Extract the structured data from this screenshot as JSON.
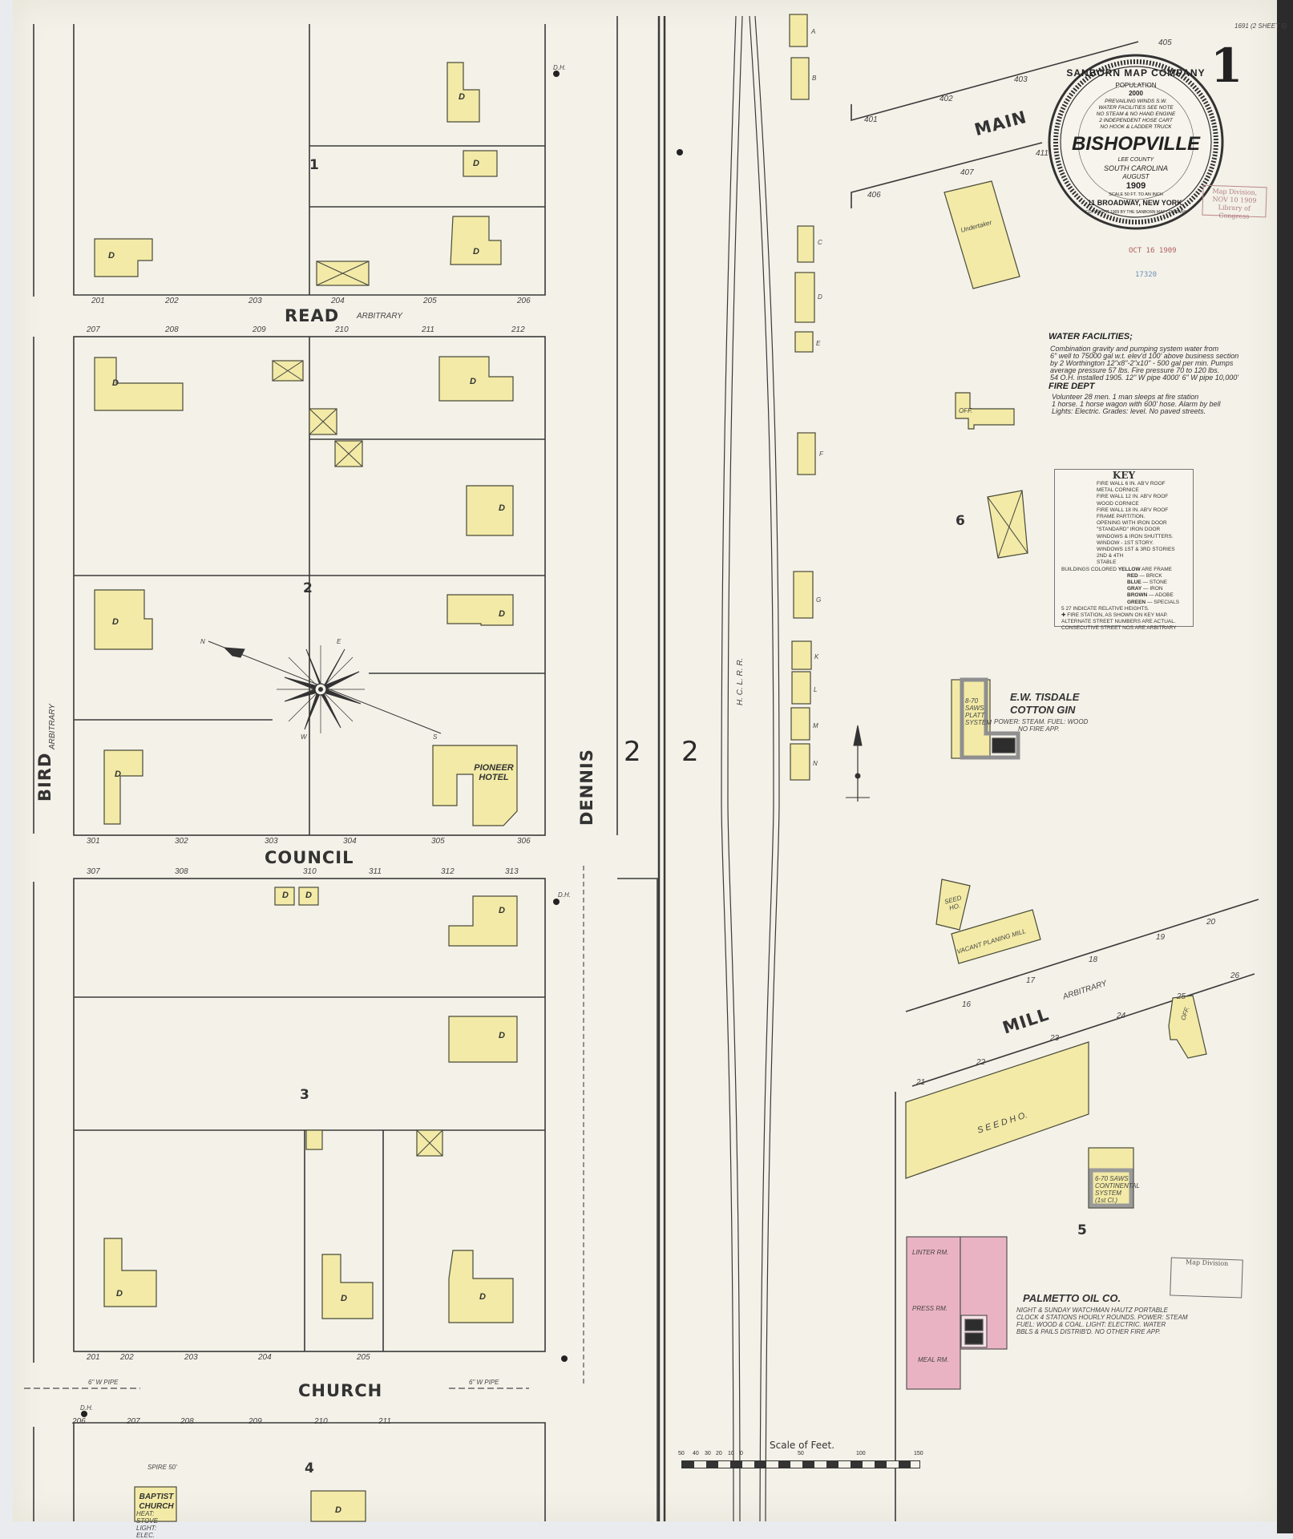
{
  "sheet": {
    "number": "1",
    "sheet_ref": "1691 (2 SHEET 5)"
  },
  "title_seal": {
    "company": "SANBORN MAP COMPANY",
    "population_label": "POPULATION",
    "population": "2000",
    "notes": [
      "PREVAILING WINDS S.W.",
      "WATER FACILITIES SEE NOTE",
      "NO STEAM & NO HAND ENGINE",
      "2 INDEPENDENT HOSE CART",
      "NO HOOK & LADDER TRUCK"
    ],
    "town": "BISHOPVILLE",
    "county": "LEE COUNTY",
    "state": "SOUTH CAROLINA",
    "month": "AUGUST",
    "year": "1909",
    "scale": "SCALE 50 FT. TO AN INCH",
    "address": "11 BROADWAY, NEW YORK.",
    "copyright": "COPYRIGHT 1909 BY THE SANBORN MAP COMPANY"
  },
  "stamps": {
    "map_division": [
      "Map Division,",
      "NOV 10 1909",
      "Library of Congress"
    ],
    "received_date": "OCT 16 1909",
    "accession": "17320",
    "lower_stamp": "Map Division"
  },
  "streets": {
    "main": "MAIN",
    "read": "READ",
    "read_note": "ARBITRARY",
    "council": "COUNCIL",
    "church": "CHURCH",
    "mill": "MILL",
    "mill_note": "ARBITRARY",
    "bird": "BIRD",
    "bird_note": "ARBITRARY",
    "dennis": "DENNIS",
    "railroad": "H. C. L. R. R.",
    "dennis_width_1": "2",
    "dennis_width_2": "2"
  },
  "block_numbers": [
    "1",
    "2",
    "3",
    "4",
    "5",
    "6"
  ],
  "addresses": {
    "read_north": [
      "201",
      "202",
      "203",
      "204",
      "205",
      "206"
    ],
    "read_south": [
      "207",
      "208",
      "209",
      "210",
      "211",
      "212"
    ],
    "council_north": [
      "301",
      "302",
      "303",
      "304",
      "305",
      "306"
    ],
    "council_south": [
      "307",
      "308",
      "310",
      "311",
      "312",
      "313"
    ],
    "church_north": [
      "201",
      "202",
      "203",
      "204",
      "205"
    ],
    "church_south": [
      "206",
      "207",
      "208",
      "209",
      "210",
      "211"
    ],
    "main_north": [
      "401",
      "402",
      "403",
      "405"
    ],
    "main_south": [
      "406",
      "407",
      "411"
    ],
    "mill_north": [
      "16",
      "17",
      "18",
      "19",
      "20"
    ],
    "mill_south": [
      "21",
      "22",
      "23",
      "24",
      "25",
      "26"
    ]
  },
  "utilities": {
    "pipe_left": "6\" W PIPE",
    "pipe_right": "6\" W PIPE",
    "hydrant": "D.H."
  },
  "buildings": {
    "dwelling": "D",
    "pioneer_hotel": "PIONEER HOTEL",
    "baptist_church": "BAPTIST CHURCH",
    "baptist_church_notes": "HEAT: STOVE LIGHT: ELEC.",
    "baptist_spire": "SPIRE 50'",
    "undertaker": "Undertaker",
    "seed_ho": "SEED HO.",
    "seed_ho_big": "S E E D   H O.",
    "vacant_planing_mill": "VACANT PLANING MILL",
    "office": "OFF.",
    "warehouses": [
      "A",
      "B",
      "C",
      "D",
      "E",
      "F",
      "G",
      "K",
      "L",
      "M",
      "N"
    ],
    "lint_room": "LINTER RM.",
    "press_room": "PRESS RM.",
    "meal_room": "MEAL RM.",
    "gin_system": "8-70 SAWS PLATT SYSTEM",
    "gin_system_2": "6-70 SAWS CONTINENTAL SYSTEM (1st Cl.)"
  },
  "firms": {
    "tisdale": {
      "name_1": "E.W. TISDALE",
      "name_2": "COTTON GIN",
      "notes_1": "POWER: STEAM. FUEL: WOOD",
      "notes_2": "NO FIRE APP."
    },
    "palmetto": {
      "name": "PALMETTO OIL CO.",
      "notes": [
        "NIGHT & SUNDAY WATCHMAN HAUTZ PORTABLE",
        "CLOCK 4 STATIONS HOURLY ROUNDS. POWER: STEAM",
        "FUEL: WOOD & COAL. LIGHT: ELECTRIC. WATER",
        "BBLS & PAILS DISTRIB'D. NO OTHER FIRE APP."
      ]
    }
  },
  "water_facilities": {
    "heading": "WATER FACILITIES;",
    "text": [
      "Combination gravity and pumping system water from",
      "6\" well to 75000 gal w.t. elev'd 100' above business section",
      "by 2 Worthington 12\"x8\"-2\"x10\" - 500 gal per min. Pumps",
      "average pressure 57 lbs. Fire pressure 70 to 120 lbs.",
      "54 O.H. installed 1905. 12\" W pipe 4000' 6\" W pipe 10,000'"
    ],
    "fire_heading": "FIRE DEPT",
    "fire_text": [
      "Volunteer 28 men. 1 man sleeps at fire station",
      "1 horse. 1 horse wagon with 600' hose. Alarm by bell",
      "Lights: Electric. Grades: level. No paved streets."
    ]
  },
  "key": {
    "title": "KEY",
    "items": [
      "FIRE WALL 6 IN. AB'V ROOF",
      "METAL CORNICE",
      "FIRE WALL 12 IN. AB'V ROOF",
      "WOOD CORNICE",
      "FIRE WALL 18 IN. AB'V ROOF",
      "FRAME PARTITION.",
      "OPENING WITH IRON DOOR",
      "\"STANDARD\" IRON DOOR",
      "WINDOWS & IRON SHUTTERS.",
      "WINDOW - 1ST STORY.",
      "WINDOWS 1ST & 3RD STORIES",
      "2ND & 4TH",
      "STABLE"
    ],
    "colors_heading": "BUILDINGS COLORED",
    "colors": [
      {
        "color": "YELLOW",
        "material": "FRAME",
        "hex": "#f2eaa6"
      },
      {
        "color": "RED",
        "material": "BRICK",
        "hex": "#eab3c4"
      },
      {
        "color": "BLUE",
        "material": "STONE",
        "hex": "#a9c0dc"
      },
      {
        "color": "GRAY",
        "material": "IRON",
        "hex": "#a9a9a9"
      },
      {
        "color": "BROWN",
        "material": "ADOBE",
        "hex": "#b08a60"
      },
      {
        "color": "GREEN",
        "material": "SPECIALS",
        "hex": "#9cc79a"
      }
    ],
    "are": "ARE",
    "heights": "INDICATE RELATIVE HEIGHTS.",
    "fire_station": "FIRE STATION, AS SHOWN ON KEY MAP.",
    "alt": "ALTERNATE STREET NUMBERS ARE ACTUAL.",
    "consecutive": "CONSECUTIVE STREET NOS ARE ARBITRARY",
    "ex_5": "5",
    "ex_27": "27"
  },
  "scale_bar": {
    "title": "Scale of Feet.",
    "ticks": [
      "50",
      "40",
      "30",
      "20",
      "10",
      "0",
      "50",
      "100",
      "150"
    ]
  },
  "compass": {
    "n": "N",
    "s": "S",
    "e": "E",
    "w": "W"
  },
  "colors": {
    "frame": "#f2eaa6",
    "brick": "#eab3c4",
    "iron": "#9a9a9a",
    "paper": "#f3f1e8",
    "ink": "#333333"
  }
}
